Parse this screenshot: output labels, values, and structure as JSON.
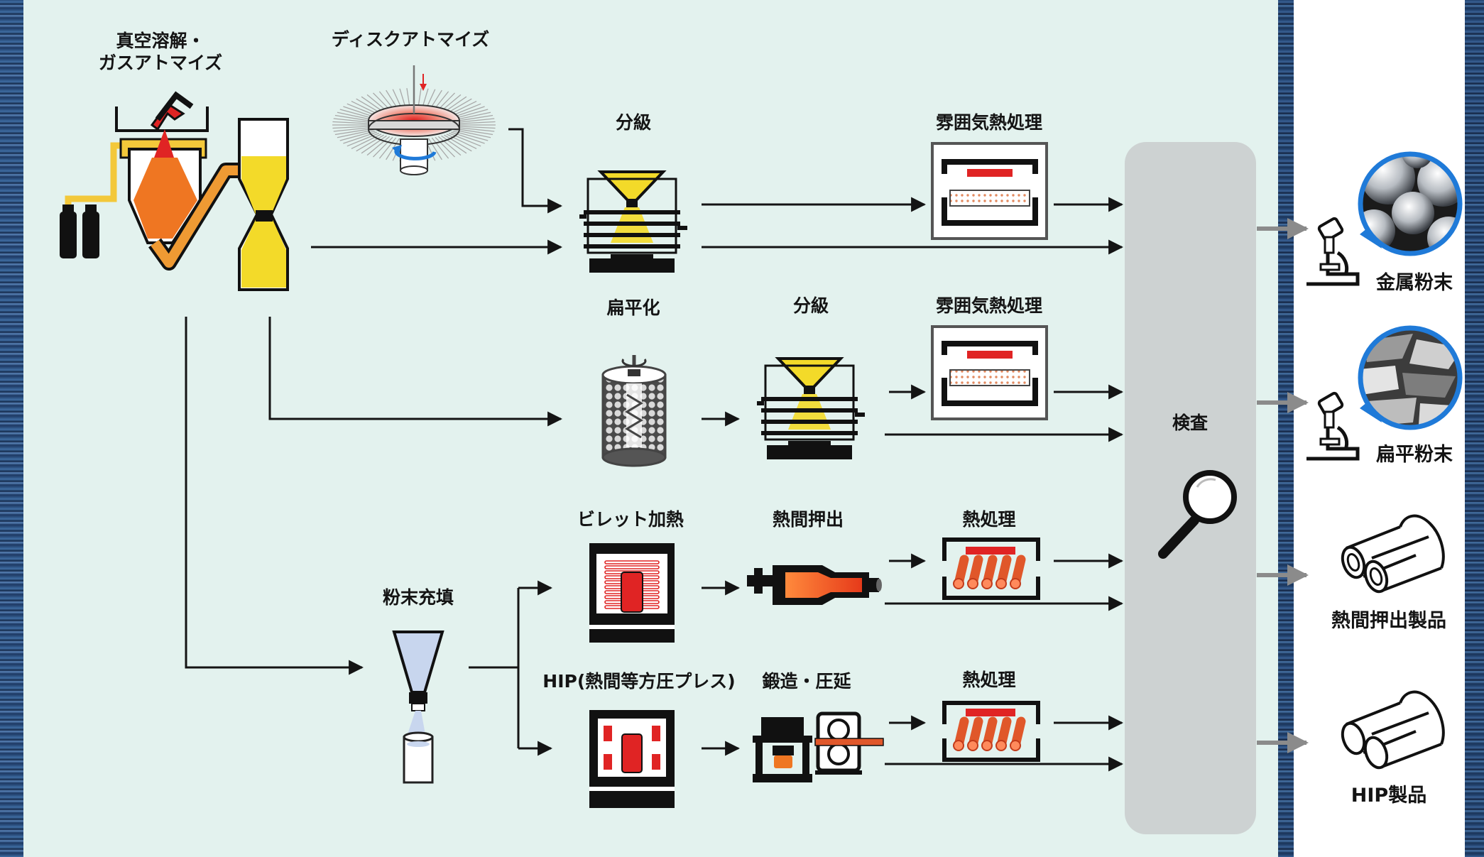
{
  "labels": {
    "vacuum_melt_line1": "真空溶解・",
    "vacuum_melt_line2": "ガスアトマイズ",
    "disk_atomize": "ディスクアトマイズ",
    "classify_1": "分級",
    "atmos_heat_1": "雰囲気熱処理",
    "flatten": "扁平化",
    "classify_2": "分級",
    "atmos_heat_2": "雰囲気熱処理",
    "billet_heat": "ビレット加熱",
    "hot_extrusion": "熱間押出",
    "heat_treat_1": "熱処理",
    "powder_fill": "粉末充填",
    "hip": "HIP(熱間等方圧プレス)",
    "forge_roll": "鍛造・圧延",
    "heat_treat_2": "熱処理",
    "inspection": "検査"
  },
  "products": {
    "metal_powder": "金属粉末",
    "flat_powder": "扁平粉末",
    "extrusion_product": "熱間押出製品",
    "hip_product": "HIP製品"
  },
  "icons": {
    "microscope_1": "microscope-icon",
    "microscope_2": "microscope-icon",
    "magnifier": "magnifier-icon",
    "pipes_1": "pipes-icon",
    "pipes_2": "pipes-icon"
  },
  "colors": {
    "background": "#e3f2ee",
    "inspection_box": "#cdd2d2",
    "accent_red": "#e02424",
    "molten_orange": "#ef7622",
    "powder_yellow": "#f3da29",
    "line": "#141414",
    "product_arrow": "#8b8b8b"
  }
}
